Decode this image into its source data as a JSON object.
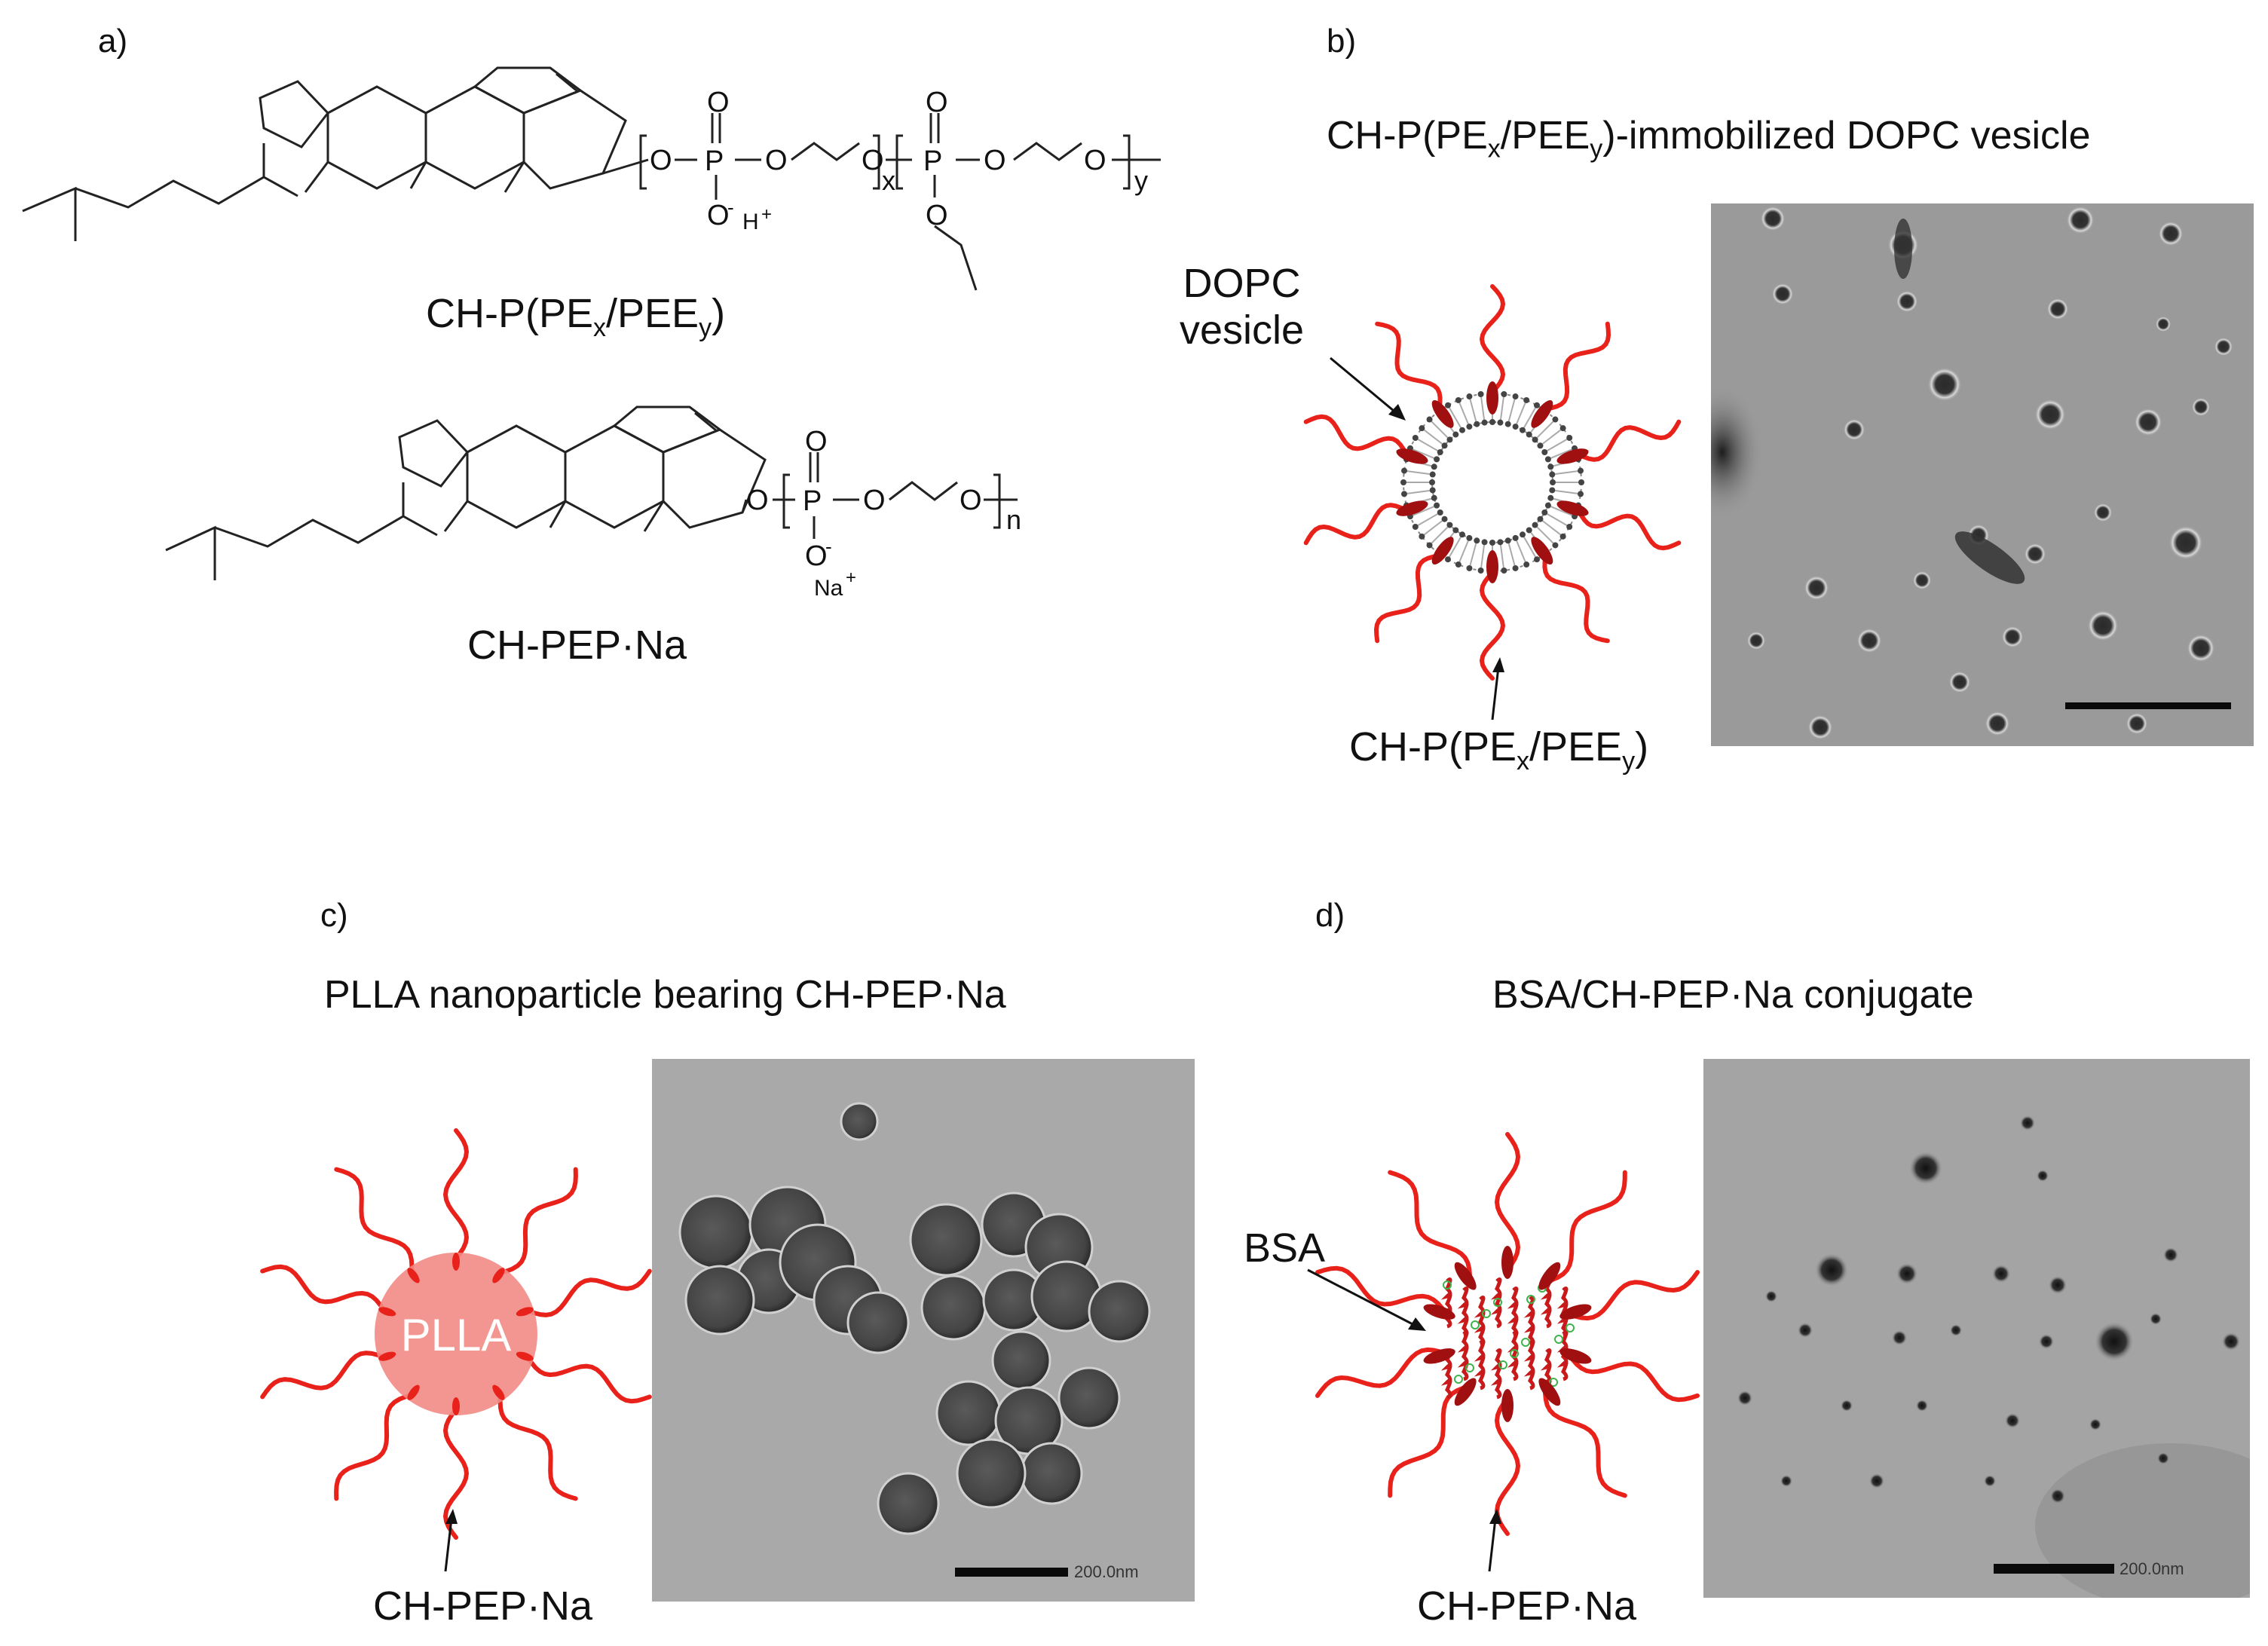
{
  "panel_a": {
    "label": "a)",
    "compound1_name": "CH-P(PE",
    "compound1_sub1": "x",
    "compound1_mid": "/PEE",
    "compound1_sub2": "y",
    "compound1_end": ")",
    "compound2_name": "CH-PEP·Na",
    "atoms": {
      "O": "O",
      "P": "P",
      "H": "H",
      "Na": "Na",
      "plus": "+",
      "minus": "-",
      "x": "x",
      "y": "y",
      "n": "n"
    }
  },
  "panel_b": {
    "label": "b)",
    "title_pre": "CH-P(PE",
    "title_sub1": "x",
    "title_mid": "/PEE",
    "title_sub2": "y",
    "title_post": ")-immobilized DOPC vesicle",
    "vesicle_label_line1": "DOPC",
    "vesicle_label_line2": "vesicle",
    "polymer_label_pre": "CH-P(PE",
    "polymer_label_sub1": "x",
    "polymer_label_mid": "/PEE",
    "polymer_label_sub2": "y",
    "polymer_label_post": ")"
  },
  "panel_c": {
    "label": "c)",
    "title": "PLLA nanoparticle bearing CH-PEP·Na",
    "core_label": "PLLA",
    "polymer_label": "CH-PEP·Na",
    "scale_text": "200.0nm"
  },
  "panel_d": {
    "label": "d)",
    "title": "BSA/CH-PEP·Na conjugate",
    "protein_label": "BSA",
    "polymer_label": "CH-PEP·Na",
    "scale_text": "200.0nm"
  },
  "colors": {
    "polymer_red": "#e8221b",
    "anchor_dark_red": "#a01010",
    "plla_fill": "#f28a85",
    "em_background": "#9a9a9a"
  }
}
